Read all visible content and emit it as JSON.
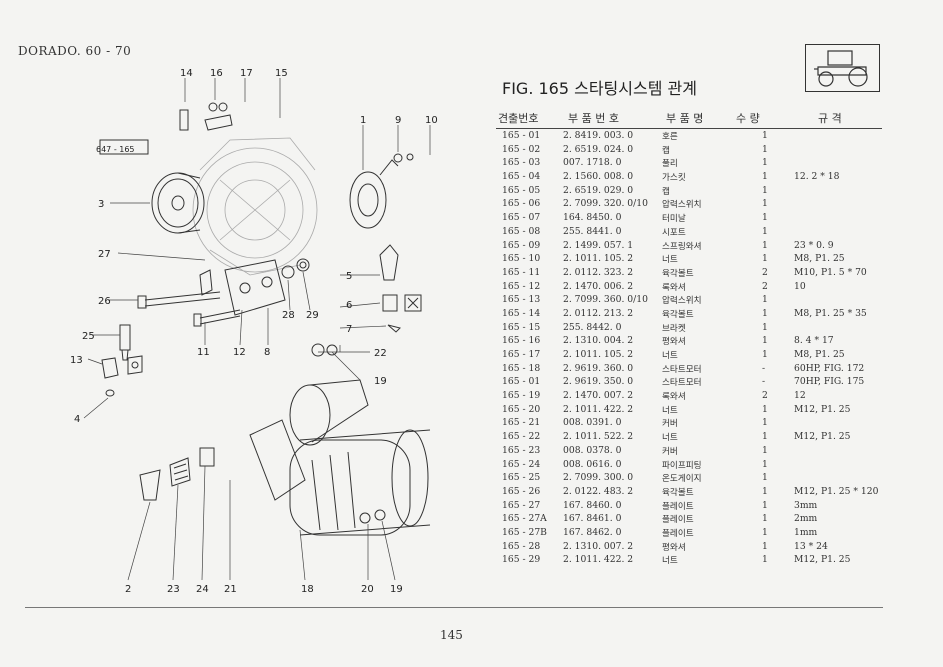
{
  "header": {
    "model": "DORADO. 60 - 70"
  },
  "figure": {
    "title": "FIG. 165 스타팅시스템 관계",
    "ref_box": "647 - 165",
    "callouts": [
      "14",
      "16",
      "17",
      "15",
      "1",
      "9",
      "10",
      "3",
      "27",
      "5",
      "26",
      "6",
      "25",
      "7",
      "11",
      "12",
      "8",
      "28",
      "29",
      "22",
      "13",
      "19",
      "4",
      "2",
      "23",
      "24",
      "21",
      "18",
      "20",
      "19"
    ]
  },
  "table": {
    "headers": [
      "견출번호",
      "부 품 번 호",
      "부 품 명",
      "수 량",
      "규 격"
    ],
    "rows": [
      {
        "no": "165 - 01",
        "pn": "2. 8419. 003. 0",
        "name": "호른",
        "qty": "1",
        "spec": ""
      },
      {
        "no": "165 - 02",
        "pn": "2. 6519. 024. 0",
        "name": "캡",
        "qty": "1",
        "spec": ""
      },
      {
        "no": "165 - 03",
        "pn": "007. 1718. 0",
        "name": "풀리",
        "qty": "1",
        "spec": ""
      },
      {
        "no": "165 - 04",
        "pn": "2. 1560. 008. 0",
        "name": "가스킷",
        "qty": "1",
        "spec": "12. 2 * 18"
      },
      {
        "no": "165 - 05",
        "pn": "2. 6519. 029. 0",
        "name": "캡",
        "qty": "1",
        "spec": ""
      },
      {
        "no": "165 - 06",
        "pn": "2. 7099. 320. 0/10",
        "name": "압력스위치",
        "qty": "1",
        "spec": ""
      },
      {
        "no": "165 - 07",
        "pn": "164. 8450. 0",
        "name": "터미날",
        "qty": "1",
        "spec": ""
      },
      {
        "no": "165 - 08",
        "pn": "255. 8441. 0",
        "name": "시포트",
        "qty": "1",
        "spec": ""
      },
      {
        "no": "165 - 09",
        "pn": "2. 1499. 057. 1",
        "name": "스프링와셔",
        "qty": "1",
        "spec": "23 * 0. 9"
      },
      {
        "no": "165 - 10",
        "pn": "2. 1011. 105. 2",
        "name": "너트",
        "qty": "1",
        "spec": "M8,  P1. 25"
      },
      {
        "no": "165 - 11",
        "pn": "2. 0112. 323. 2",
        "name": "육각볼트",
        "qty": "2",
        "spec": "M10,  P1. 5 * 70"
      },
      {
        "no": "165 - 12",
        "pn": "2. 1470. 006. 2",
        "name": "록와셔",
        "qty": "2",
        "spec": "10"
      },
      {
        "no": "165 - 13",
        "pn": "2. 7099. 360. 0/10",
        "name": "압력스위치",
        "qty": "1",
        "spec": ""
      },
      {
        "no": "165 - 14",
        "pn": "2. 0112. 213. 2",
        "name": "육각볼트",
        "qty": "1",
        "spec": "M8,  P1. 25 * 35"
      },
      {
        "no": "165 - 15",
        "pn": "255. 8442. 0",
        "name": "브라켓",
        "qty": "1",
        "spec": ""
      },
      {
        "no": "165 - 16",
        "pn": "2. 1310. 004. 2",
        "name": "평와셔",
        "qty": "1",
        "spec": "8. 4 * 17"
      },
      {
        "no": "165 - 17",
        "pn": "2. 1011. 105. 2",
        "name": "너트",
        "qty": "1",
        "spec": "M8,  P1. 25"
      },
      {
        "no": "165 - 18",
        "pn": "2. 9619. 360. 0",
        "name": "스타트모터",
        "qty": "-",
        "spec": "60HP,  FIG.  172"
      },
      {
        "no": "165 - 01",
        "pn": "2. 9619. 350. 0",
        "name": "스타트모터",
        "qty": "-",
        "spec": "70HP,  FIG.  175"
      },
      {
        "no": "165 - 19",
        "pn": "2. 1470. 007. 2",
        "name": "록와셔",
        "qty": "2",
        "spec": "12"
      },
      {
        "no": "165 - 20",
        "pn": "2. 1011. 422. 2",
        "name": "너트",
        "qty": "1",
        "spec": "M12,  P1. 25"
      },
      {
        "no": "165 - 21",
        "pn": "008. 0391. 0",
        "name": "커버",
        "qty": "1",
        "spec": ""
      },
      {
        "no": "165 - 22",
        "pn": "2. 1011. 522. 2",
        "name": "너트",
        "qty": "1",
        "spec": "M12,  P1. 25"
      },
      {
        "no": "165 - 23",
        "pn": "008. 0378. 0",
        "name": "커버",
        "qty": "1",
        "spec": ""
      },
      {
        "no": "165 - 24",
        "pn": "008. 0616. 0",
        "name": "파이프피팅",
        "qty": "1",
        "spec": ""
      },
      {
        "no": "165 - 25",
        "pn": "2. 7099. 300. 0",
        "name": "온도게이지",
        "qty": "1",
        "spec": ""
      },
      {
        "no": "165 - 26",
        "pn": "2. 0122. 483. 2",
        "name": "육각볼트",
        "qty": "1",
        "spec": "M12,  P1. 25 * 120"
      },
      {
        "no": "165 - 27",
        "pn": "167. 8460. 0",
        "name": "플레이트",
        "qty": "1",
        "spec": "3mm"
      },
      {
        "no": "165 - 27A",
        "pn": "167. 8461. 0",
        "name": "플레이트",
        "qty": "1",
        "spec": "2mm"
      },
      {
        "no": "165 - 27B",
        "pn": "167. 8462. 0",
        "name": "플레이트",
        "qty": "1",
        "spec": "1mm"
      },
      {
        "no": "165 - 28",
        "pn": "2. 1310. 007. 2",
        "name": "평와셔",
        "qty": "1",
        "spec": "13 * 24"
      },
      {
        "no": "165 - 29",
        "pn": "2. 1011. 422. 2",
        "name": "너트",
        "qty": "1",
        "spec": "M12,  P1. 25"
      }
    ]
  },
  "footer": {
    "page_number": "145"
  }
}
